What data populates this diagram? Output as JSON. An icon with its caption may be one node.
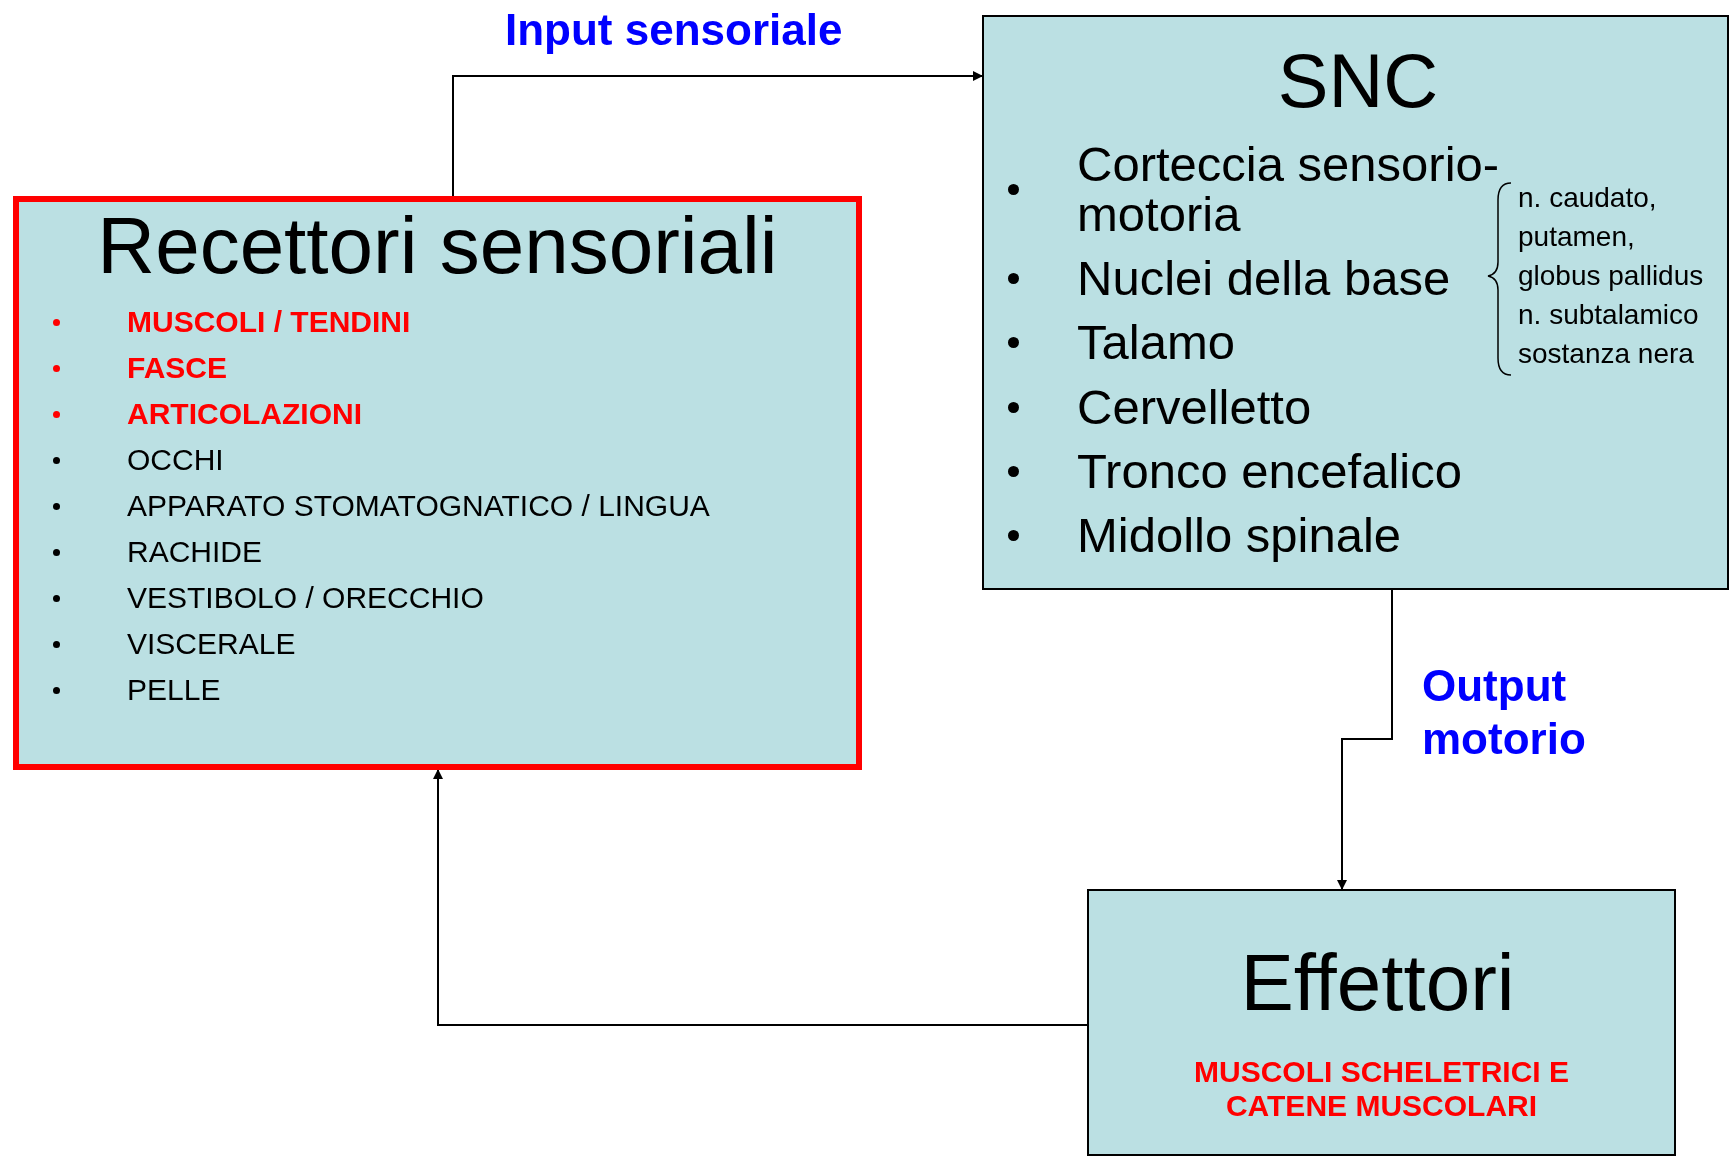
{
  "diagram": {
    "nodes": [
      {
        "text": [
          "Recettori sensoriali",
          "MUSCOLI / TENDINI",
          "FASCE",
          "ARTICOLAZIONI",
          "OCCHI",
          "APPARATO STOMATOGNATICO / LINGUA",
          "RACHIDE",
          "VESTIBOLO / ORECCHIO",
          "VISCERALE",
          "PELLE"
        ]
      },
      {
        "text": [
          "SNC",
          "Corteccia sensorio-motoria",
          "Nuclei della base",
          "Talamo",
          "Cervelletto",
          "Tronco encefalico",
          "Midollo spinale",
          "n. caudato,",
          "putamen,",
          "globus pallidus",
          "n. subtalamico",
          "sostanza nera"
        ]
      },
      {
        "text": [
          "Effettori",
          "MUSCOLI SCHELETRICI E CATENE MUSCOLARI"
        ]
      }
    ],
    "edges": [
      {
        "from": 0,
        "to": 1,
        "arrow": "to",
        "label": "Input sensoriale"
      },
      {
        "from": 1,
        "to": 2,
        "arrow": "to",
        "label": "Output motorio"
      },
      {
        "from": 2,
        "to": 0,
        "arrow": "to"
      }
    ]
  }
}
